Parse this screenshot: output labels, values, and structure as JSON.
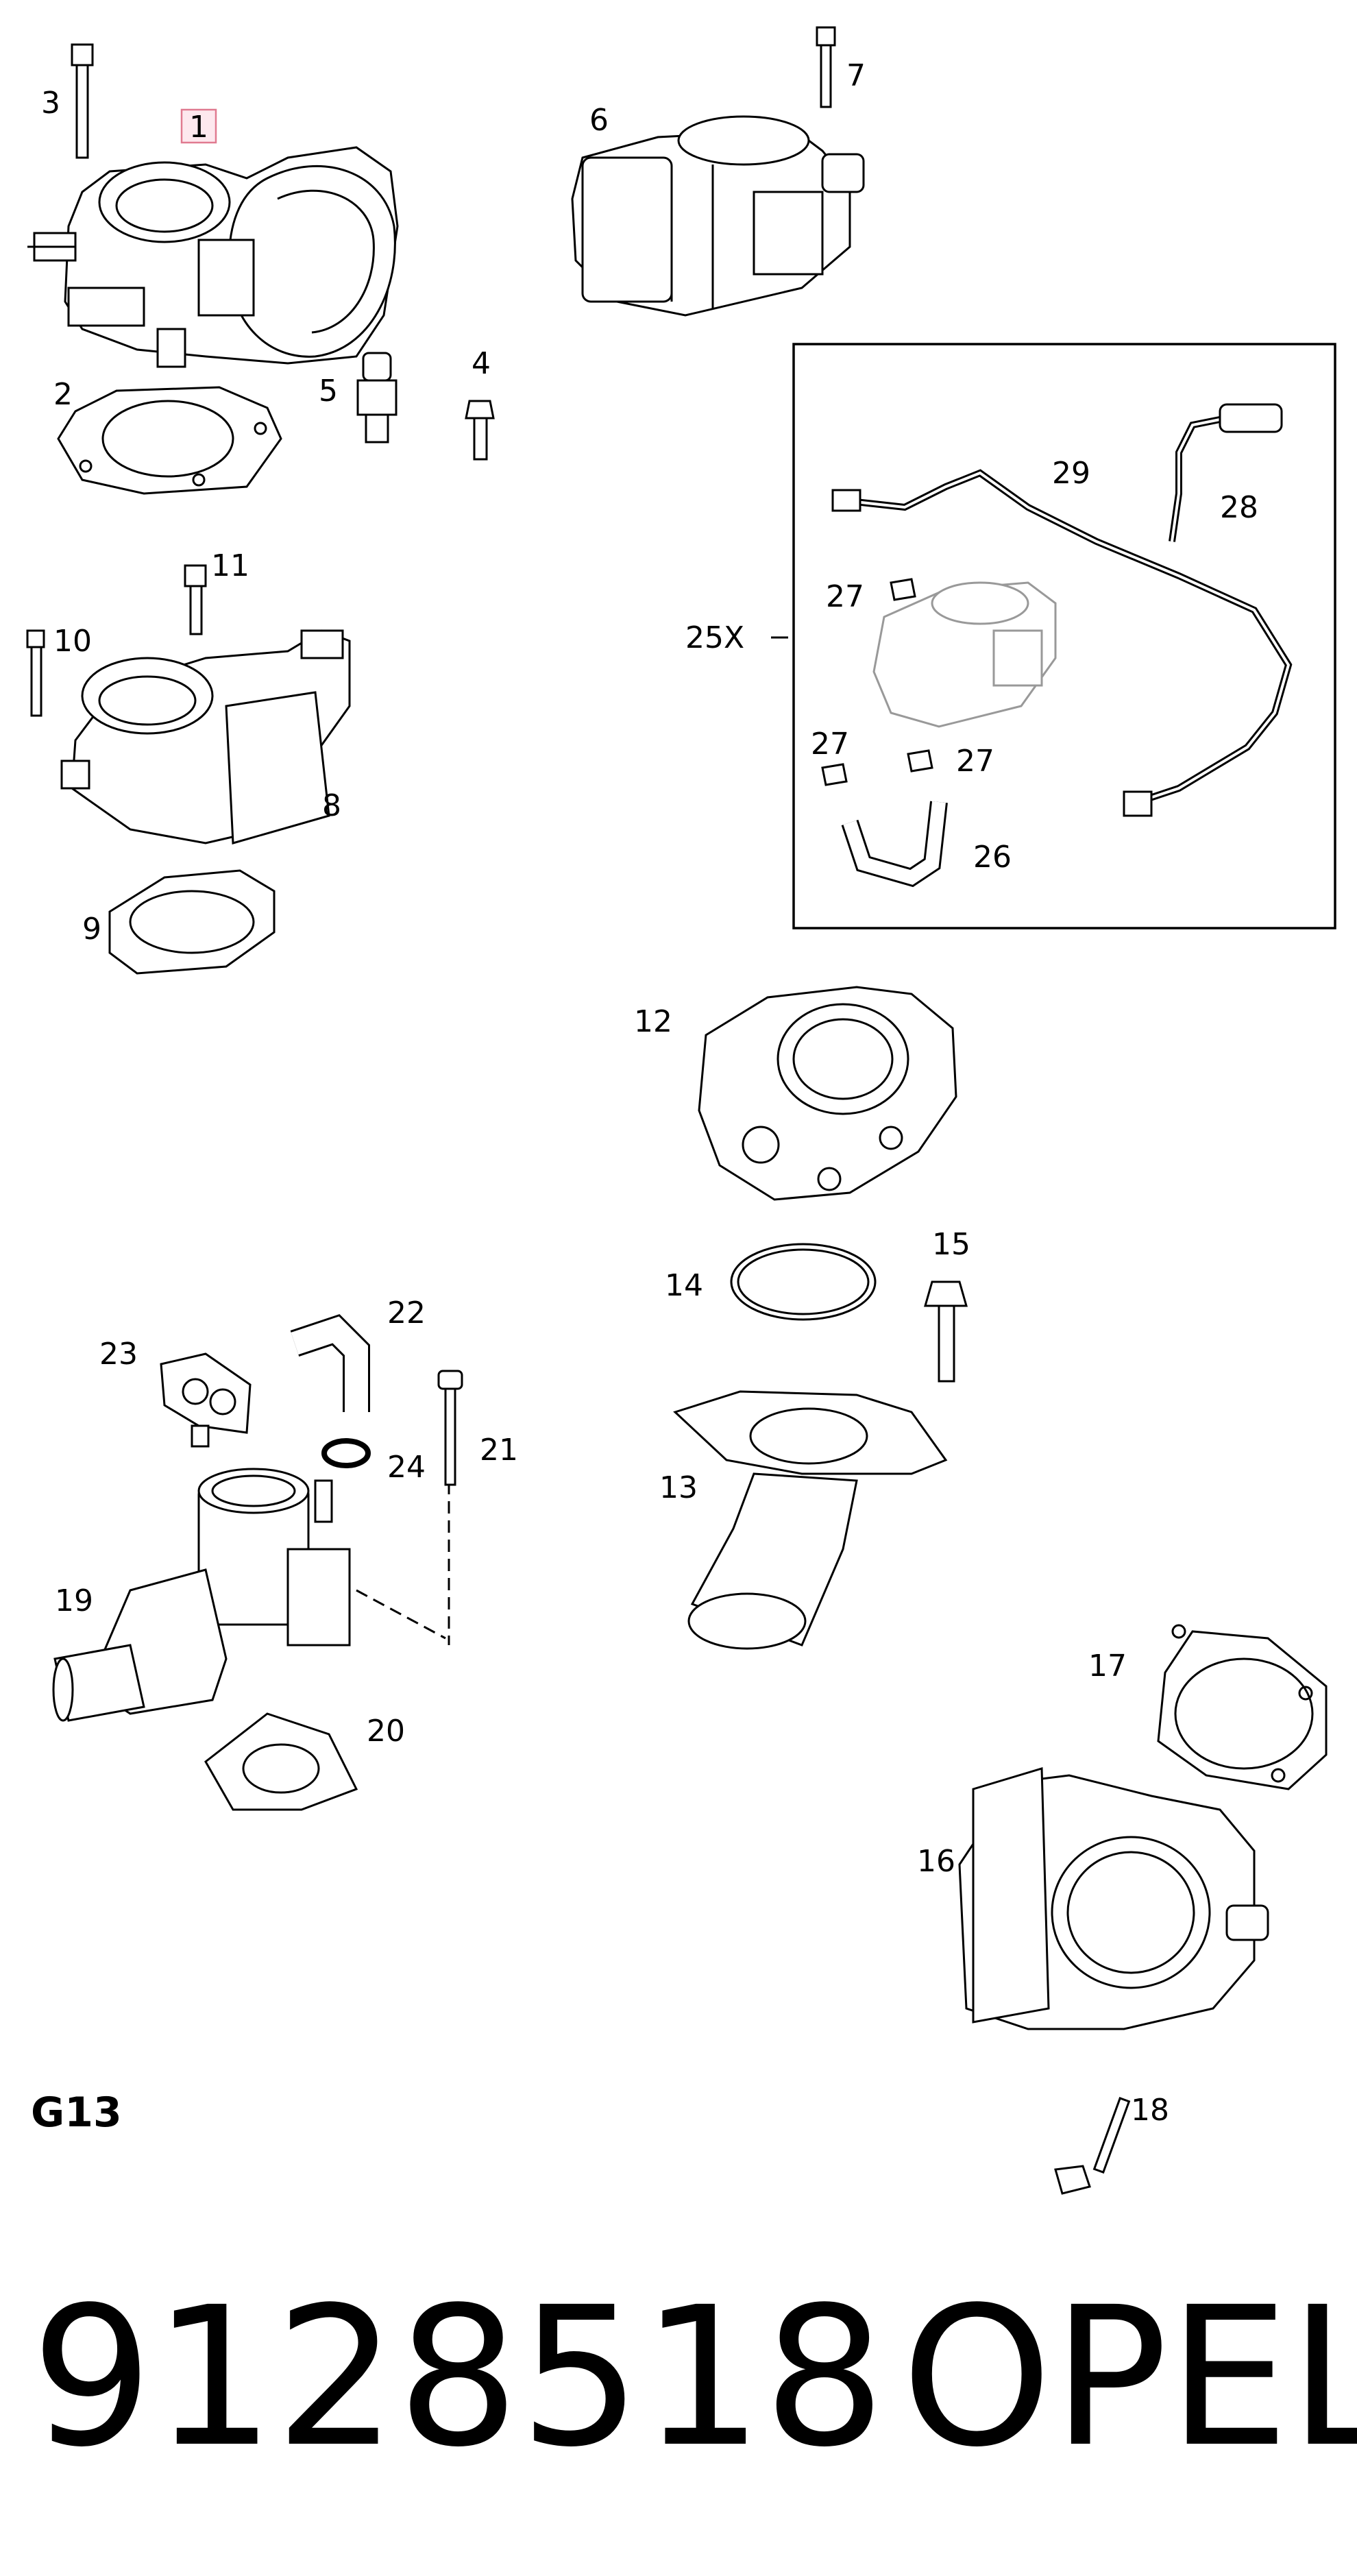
{
  "diagram": {
    "callouts": {
      "n1": "1",
      "n2": "2",
      "n3": "3",
      "n4": "4",
      "n5": "5",
      "n6": "6",
      "n7": "7",
      "n8": "8",
      "n9": "9",
      "n10": "10",
      "n11": "11",
      "n12": "12",
      "n13": "13",
      "n14": "14",
      "n15": "15",
      "n16": "16",
      "n17": "17",
      "n18": "18",
      "n19": "19",
      "n20": "20",
      "n21": "21",
      "n22": "22",
      "n23": "23",
      "n24": "24",
      "n25x": "25X",
      "n26": "26",
      "n27a": "27",
      "n27b": "27",
      "n27c": "27",
      "n28": "28",
      "n29": "29"
    },
    "highlighted_callout": "1",
    "highlight_color": "#e07a90",
    "section_label": "G13"
  },
  "footer": {
    "part_number": "9128518",
    "brand": "OPEL"
  }
}
